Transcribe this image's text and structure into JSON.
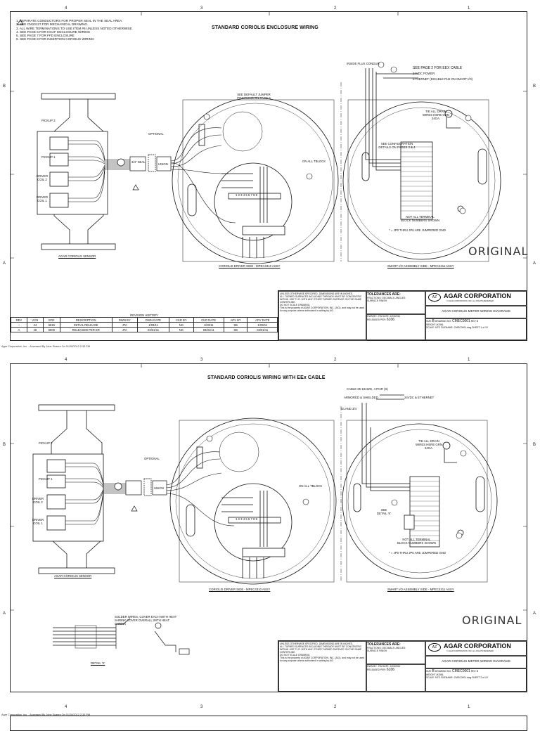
{
  "page1": {
    "title": "STANDARD CORIOLIS ENCLOSURE WIRING",
    "notes": [
      "1.  SEPARATE CONDUCTORS FOR PROPER SEAL IN THE SEAL AREA.",
      "2.  SEE CM10127 FOR MECHANICAL DRAWING.",
      "3.  ALL WIRE TERMINATIONS TO USE ITEM #6 UNLESS NOTED OTHERWISE.",
      "4.  SEE PAGE 6 FOR HGAF  ENCLOSURE WIRING",
      "5.  SEE PAGE 7 FOR FFD ENCLOSURE",
      "6.  SEE PAGE 8 FOR INSERTION CORIOLIS WIRING"
    ],
    "see_page2": "SEE PAGE 2 FOR EEX CABLE",
    "power": "24VDC POWER",
    "ethernet": "ETHERNET (DISABLE PLB ON SMART I/O)",
    "inside_flux": "INSIDE FLUX CONDUIT",
    "jumper": "SEE DEFAULT JUMPER POSITIONS ON PAGE 5",
    "config": "SEE CONFIGURATION DETAILS ON PAGES 3 & 4",
    "tie": "TIE ALL DRAIN WIRES HERE GRN 24GA.",
    "not_all": "NOT ALL TERMINAL BLOCK NUMBERS SHOWN",
    "jp": "* = JP0 THRU JP6 ARE JUMPERED GND",
    "optional": "OPTIONAL",
    "union": "UNION",
    "seal": "3/4\" SEAL",
    "on_all_tblock": "ON ALL TBLOCK",
    "pickup2": "PICKUP 2",
    "pickup1": "PICKUP 1",
    "driver2": "DRIVER COIL 2",
    "driver1": "DRIVER COIL 1",
    "sensor_label": "AGAR CORIOLIS SENSOR",
    "driver_side": "CORIOLIS DRIVER SIDE - MPEC4310 ASSY",
    "smart_side": "SMART I/O ASSEMBLY SIDE - MPEC4311 ASSY",
    "original": "ORIGINAL",
    "terminal_strip": "1 2 3 4 5 6 7 8 9",
    "footer": "Agar Corporation, Inc. - Accessed By John Suarez On 01/26/2012 2:33 PM",
    "sheet": "1  of  10"
  },
  "page2": {
    "title": "STANDARD CORIOLIS WIRING WITH EEx CABLE",
    "cable": "CABLE 25 18AWG, 4 PAIR (S)",
    "armored": "ARMORED & SHIELDED",
    "power": "24VDC & ETHERNET",
    "gland": "GLAND 3/4",
    "detail": "SEE DETAIL 'K'",
    "solder": "SOLDER WIRES, COVER EACH WITH HEAT SHRINK COVER OVERALL WITH HEAT SHRINK",
    "detail_k": "DETAIL 'K'",
    "tie": "TIE ALL DRAIN WIRES HERE GRN 24GA.",
    "not_all": "NOT ALL TERMINAL BLOCK NUMBERS SHOWN",
    "jp": "* = JP0 THRU JP6 ARE JUMPERED GND",
    "optional": "OPTIONAL",
    "union": "UNION",
    "on_all_tblock": "ON ALL TBLOCK",
    "pickup2": "PICKUP 2",
    "pickup1": "PICKUP 1",
    "driver2": "DRIVER COIL 2",
    "driver1": "DRIVER COIL 1",
    "sensor_label": "AGAR CORIOLIS SENSOR",
    "driver_side": "CORIOLIS DRIVER SIDE - MPEC4310 ASSY",
    "smart_side": "SMART I/O ASSEMBLY SIDE - MPEC4311 ASSY",
    "original": "ORIGINAL",
    "terminal_strip": "1 2 3 4 5 6 7 8 9",
    "footer": "Agar Corporation, Inc. - Accessed By John Suarez On 01/26/2012 2:33 PM",
    "sheet": "2  of  10"
  },
  "titleblock": {
    "unless": "UNLESS OTHERWISE SPECIFIED, DIMENSIONS ARE IN INCHES.",
    "turned": "ALL TURNED SURFACES INCLUDING THREADS MUST BE CONCENTRIC WITHIN .005\" T.I.R. WITH ANY OTHER TURNED SURFACE ON THE SAME CENTERLINE.",
    "noscale": "DO NOT SCALE DRAWING.",
    "property": "This is the property of AGAR CORPORATION, INC. (ACI), and may not be used for any purpose unless authorized in writing by ACI",
    "tolerances": "TOLERANCES ARE:",
    "fractions": "FRACTIONS:",
    "decimals": "DECIMALS:",
    "angles": "ANGLES:",
    "surface": "SURFACE FINISH",
    "company": "AGAR CORPORATION",
    "copyright": "© AGAR CORPORATION, INC. ALL RIGHTS RESERVED",
    "drawing_title": "AGAR CORIOLIS METER WIRING DIAGRAMS",
    "dwn_by": "DWN BY: JTA",
    "date": "DATE: 1/03/2011",
    "size_label": "SIZE",
    "size": "B",
    "drawing_no_label": "DRAWING NO.",
    "drawing_no": "CMEC0001",
    "rev": "REV  B",
    "weight": "WEIGHT (KGM)",
    "released": "RELEASED PER:",
    "released_no": "6106",
    "scale": "SCALE: NTS",
    "filename": "FILENAME: CMEC0001.dwg",
    "sheet_label": "SHEET"
  },
  "revision": {
    "title": "REVISION HISTORY",
    "headers": [
      "REV",
      "VCN",
      "ER#",
      "DESCRIPTION",
      "DWN BY",
      "DWN DATE",
      "CKD BY",
      "CKD DATE",
      "APV BY",
      "APV DATE"
    ],
    "rows": [
      [
        "--",
        "24",
        "5815",
        "INITIAL RELEASE",
        "JTA",
        "1/03/11",
        "NG",
        "1/03/11",
        "SB",
        "1/03/11"
      ],
      [
        "A",
        "28",
        "5900",
        "RELEASED PER ER",
        "JTA",
        "03/31/11",
        "NG",
        "03/31/11",
        "SB",
        "04/01/11"
      ]
    ]
  },
  "border": {
    "numbers": [
      "4",
      "3",
      "2",
      "1"
    ],
    "letters": [
      "B",
      "A"
    ]
  }
}
